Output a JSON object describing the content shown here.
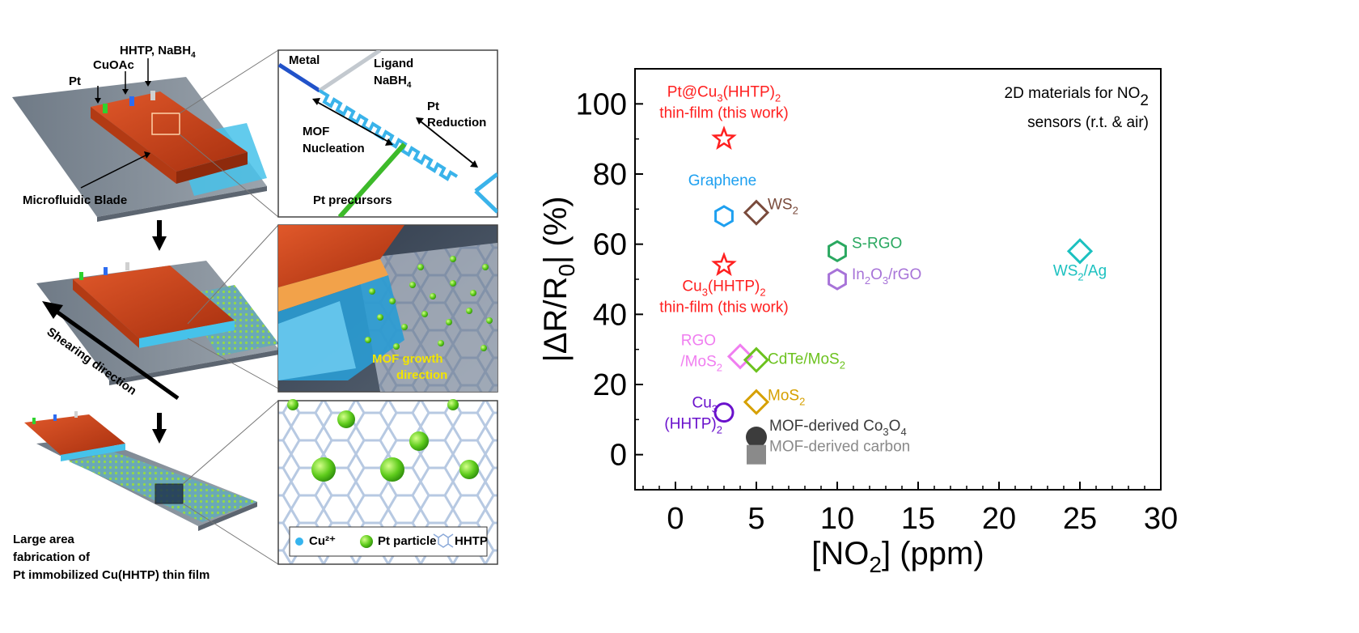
{
  "schematic": {
    "top_labels": {
      "hhtp": "HHTP, NaBH",
      "hhtp_sub": "4",
      "cuoac": "CuOAc",
      "pt": "Pt",
      "blade": "Microfluidic Blade"
    },
    "shear": "Shearing direction",
    "bottom_caption": [
      "Large area",
      "fabrication of",
      "Pt immobilized Cu(HHTP) thin film"
    ],
    "zoom1": {
      "metal": "Metal",
      "ligand": "Ligand",
      "nabh": "NaBH",
      "nabh_sub": "4",
      "mof": "MOF",
      "nucleation": "Nucleation",
      "pt": "Pt",
      "reduction": "Reduction",
      "precursors": "Pt precursors"
    },
    "zoom2": {
      "growth1": "MOF growth",
      "growth2": "direction"
    },
    "zoom3": {
      "cu": "Cu²⁺",
      "pt_particle": "Pt particle",
      "hhtp": "HHTP"
    }
  },
  "colors": {
    "metal": "#2152c9",
    "ligand": "#bfc6cc",
    "mof": "#48b9ea",
    "precursor": "#3dba2a",
    "blade": "#c8441c",
    "green_ball": "#6fd42a",
    "yellow": "#f2e400"
  },
  "chart_data": {
    "type": "scatter",
    "title_line1": "2D materials for NO",
    "title_sub": "2",
    "title_line2": "sensors (r.t. & air)",
    "xlabel": "[NO",
    "xlabel_sub": "2",
    "xlabel_end": "] (ppm)",
    "ylabel": "|ΔR/R",
    "ylabel_sub": "0",
    "ylabel_end": "| (%)",
    "xlim": [
      -2.5,
      30
    ],
    "ylim": [
      -10,
      110
    ],
    "x_ticks": [
      0,
      5,
      10,
      15,
      20,
      25,
      30
    ],
    "y_ticks": [
      0,
      20,
      40,
      60,
      80,
      100
    ],
    "points": [
      {
        "x": 3,
        "y": 90,
        "marker": "star",
        "color": "#ff2020",
        "label": [
          "Pt@Cu",
          "3",
          "(HHTP)",
          "2"
        ],
        "label2": "thin-film (this work)"
      },
      {
        "x": 3,
        "y": 54,
        "marker": "star",
        "color": "#ff2020",
        "label": [
          "Cu",
          "3",
          "(HHTP)",
          "2"
        ],
        "label2": "thin-film (this work)"
      },
      {
        "x": 3,
        "y": 68,
        "marker": "hexagon",
        "color": "#1ea0f0",
        "label": [
          "Graphene"
        ]
      },
      {
        "x": 5,
        "y": 69,
        "marker": "diamond",
        "color": "#7a4b3c",
        "label": [
          "WS",
          "2"
        ]
      },
      {
        "x": 10,
        "y": 58,
        "marker": "hexagon",
        "color": "#2aa860",
        "label": [
          "S-RGO"
        ]
      },
      {
        "x": 10,
        "y": 50,
        "marker": "hexagon",
        "color": "#a773d8",
        "label": [
          "In",
          "2",
          "O",
          "3",
          "/rGO"
        ]
      },
      {
        "x": 25,
        "y": 58,
        "marker": "diamond",
        "color": "#1cc1c0",
        "label": [
          "WS",
          "2",
          "/Ag"
        ]
      },
      {
        "x": 4,
        "y": 28,
        "marker": "diamond",
        "color": "#f07ef0",
        "label": [
          "RGO"
        ],
        "label2": [
          "/MoS",
          "2"
        ]
      },
      {
        "x": 5,
        "y": 27,
        "marker": "diamond",
        "color": "#6cc21e",
        "label": [
          "CdTe/MoS",
          "2"
        ]
      },
      {
        "x": 5,
        "y": 15,
        "marker": "diamond",
        "color": "#d6a000",
        "label": [
          "MoS",
          "2"
        ]
      },
      {
        "x": 3,
        "y": 12,
        "marker": "circle",
        "color": "#6a11cc",
        "label": [
          "Cu"
        ],
        "label_sub": "3",
        "label2": [
          "(HHTP)",
          "2"
        ]
      },
      {
        "x": 5,
        "y": 5,
        "marker": "filled-circle",
        "color": "#3c3c3c",
        "label": [
          "MOF-derived Co",
          "3",
          "O",
          "4"
        ]
      },
      {
        "x": 5,
        "y": 0,
        "marker": "filled-square",
        "color": "#8a8a8a",
        "label": [
          "MOF-derived carbon"
        ]
      }
    ]
  }
}
